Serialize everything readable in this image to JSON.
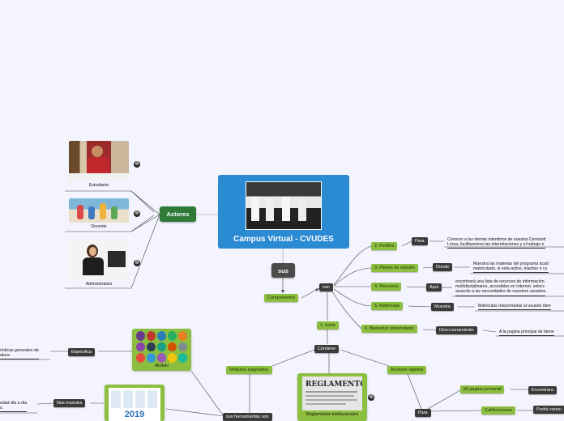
{
  "central": {
    "title": "Campus Virtual - CVUDES"
  },
  "actores": {
    "label": "Actores",
    "items": [
      {
        "caption": "Estudiante"
      },
      {
        "caption": "Docente"
      },
      {
        "caption": "Administrativo"
      }
    ]
  },
  "sus": "sus",
  "componentes": "Componentes",
  "son": "son",
  "branches": {
    "perfiles": {
      "label": "2. Perfiles",
      "link": "Para",
      "note": [
        "Conocer a los demás miembros de nuestra Comunid",
        "Línea, facilitaremos las interrelaciones y el trabajo e"
      ]
    },
    "planes": {
      "label": "3. Planes de estudio",
      "link": "Donde",
      "note": [
        "Muestra las materias del programa acad",
        "matriculado, si esta activo, inactivo o cu"
      ]
    },
    "recursos": {
      "label": "4. Recursos",
      "link": "Aquí",
      "note": [
        "encontrará una lista de recursos de información",
        "multidisciplinares, accesibles en Internet, selecc",
        "acuerdo a las necesidades de nuestros usuarios"
      ]
    },
    "matriculas": {
      "label": "5. Matriculas",
      "link": "Muestra",
      "note": [
        "Matriculas relacionadas al usuario iden"
      ]
    },
    "bienestar": {
      "label": "6. Bienestar universitario",
      "link": "Direccionamiento",
      "note": [
        "A la pagina principal de biene"
      ]
    },
    "inicio": {
      "label": "1. Inicio"
    }
  },
  "contiene": "Contiene",
  "modulos": "Módulos asignados.",
  "accesos": "Accesos rápidos",
  "reglamentos": {
    "caption": "Reglamentos institucionales",
    "image_text": "REGLAMENTOS"
  },
  "modulo": {
    "caption": "Modulo",
    "link": "Especifica",
    "note": [
      "rísticas generales de",
      "atura"
    ]
  },
  "calendar": {
    "year": "2019",
    "link": "Nos muestra",
    "note": [
      "edad día a día",
      "s."
    ]
  },
  "herramientas": "sus herramientas son",
  "para": "Para",
  "mi_pagina": "Mi pagina personal",
  "encontrara": "Encontrara",
  "calificaciones": "Calificaciones",
  "podra": "Podrá consu",
  "colors": {
    "background": "#f3f4fd",
    "central": "#2a8ad2",
    "actores": "#2f7a37",
    "green": "#8cbf3f",
    "dark": "#3a3a3a"
  }
}
